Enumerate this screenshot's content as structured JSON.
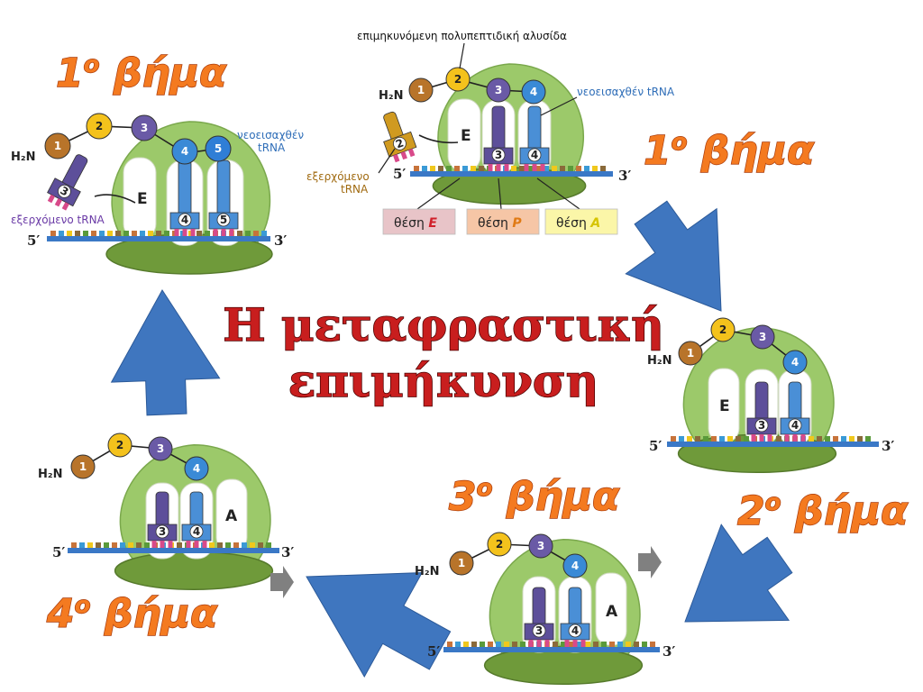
{
  "title": {
    "line1": "Η μεταφραστική",
    "line2": "επιμήκυνση"
  },
  "steps": [
    {
      "num": "1",
      "sup": "ο",
      "word": "βήμα"
    },
    {
      "num": "1",
      "sup": "ο",
      "word": "βήμα"
    },
    {
      "num": "2",
      "sup": "ο",
      "word": "βήμα"
    },
    {
      "num": "3",
      "sup": "ο",
      "word": "βήμα"
    },
    {
      "num": "4",
      "sup": "ο",
      "word": "βήμα"
    }
  ],
  "labels": {
    "chain": "επιμηκυνόμενη πολυπεπτιδική αλυσίδα",
    "new_trna_line1": "νεοεισαχθέν",
    "new_trna_line2": "tRNA",
    "new_trna_full": "νεοεισαχθέν tRNA",
    "exit_trna_line1": "εξερχόμενο",
    "exit_trna_line2": "tRNA",
    "exit_trna_full": "εξερχόμενο tRNA"
  },
  "sites": {
    "prefix": "θέση",
    "items": [
      {
        "letter": "E",
        "bg": "#e8c4c8",
        "color": "#d0202a"
      },
      {
        "letter": "P",
        "bg": "#f6c6a6",
        "color": "#e07a14"
      },
      {
        "letter": "A",
        "bg": "#fbf6a8",
        "color": "#d6c400"
      }
    ]
  },
  "marks": {
    "h2n": "H₂N",
    "five": "5′",
    "three": "3′",
    "E": "E",
    "A": "A"
  },
  "residues": [
    "1",
    "2",
    "3",
    "4",
    "5"
  ],
  "colors": {
    "r1": "#b8742a",
    "r2": "#f4c21c",
    "r3": "#6a5aa6",
    "r4": "#3a8ad6",
    "r5": "#2f7ed6",
    "ribosome_big": "#9cc96a",
    "ribosome_small": "#6f9a3a",
    "mrna": "#3a78c6",
    "arrow": "#3f76bf",
    "trna_purple": "#5d4f9a",
    "trna_blue": "#4a8fd6",
    "trna_gold": "#d09a20"
  }
}
